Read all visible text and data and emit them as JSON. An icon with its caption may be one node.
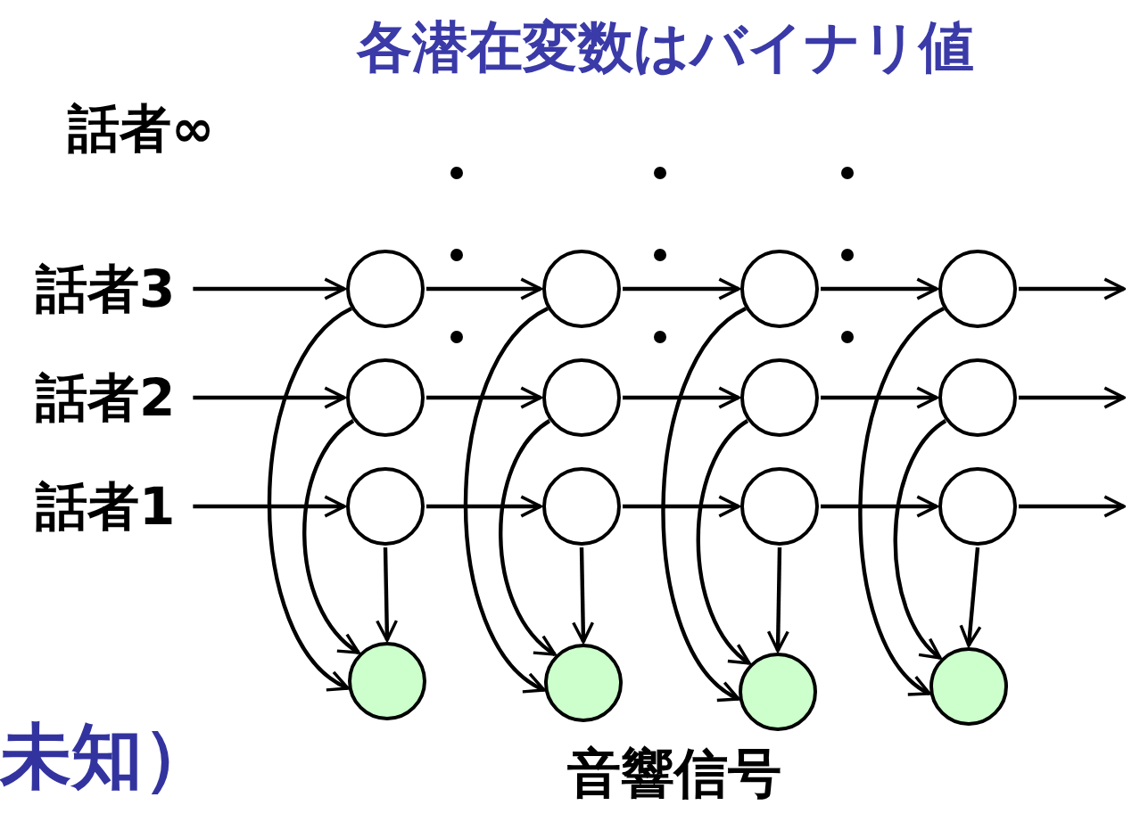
{
  "diagram": {
    "title": "各潜在変数はバイナリ値",
    "nodes": [
      {
        "text": [
          "話者3"
        ]
      },
      {
        "text": [
          "話者2"
        ]
      },
      {
        "text": [
          "話者1"
        ]
      },
      {
        "text": [],
        "shape": "circle"
      },
      {
        "text": [],
        "shape": "circle"
      },
      {
        "text": [],
        "shape": "circle"
      },
      {
        "text": [],
        "shape": "circle"
      },
      {
        "text": [],
        "shape": "circle"
      },
      {
        "text": [],
        "shape": "circle"
      },
      {
        "text": [],
        "shape": "circle"
      },
      {
        "text": [],
        "shape": "circle"
      },
      {
        "text": [],
        "shape": "circle"
      },
      {
        "text": [],
        "shape": "circle"
      },
      {
        "text": [],
        "shape": "circle"
      },
      {
        "text": [],
        "shape": "circle"
      },
      {
        "text": [],
        "shape": "circle"
      },
      {
        "text": [],
        "shape": "circle"
      },
      {
        "text": [],
        "shape": "circle"
      },
      {
        "text": [],
        "shape": "circle"
      }
    ],
    "edges": [
      {
        "from": 0,
        "to": 3,
        "arrow": "to"
      },
      {
        "from": 3,
        "to": 4,
        "arrow": "to"
      },
      {
        "from": 4,
        "to": 5,
        "arrow": "to"
      },
      {
        "from": 5,
        "to": 6,
        "arrow": "to"
      },
      {
        "from": 6,
        "to": null,
        "arrow": "to"
      },
      {
        "from": 1,
        "to": 7,
        "arrow": "to"
      },
      {
        "from": 7,
        "to": 8,
        "arrow": "to"
      },
      {
        "from": 8,
        "to": 9,
        "arrow": "to"
      },
      {
        "from": 9,
        "to": 10,
        "arrow": "to"
      },
      {
        "from": 10,
        "to": null,
        "arrow": "to"
      },
      {
        "from": 2,
        "to": 11,
        "arrow": "to"
      },
      {
        "from": 11,
        "to": 12,
        "arrow": "to"
      },
      {
        "from": 12,
        "to": 13,
        "arrow": "to"
      },
      {
        "from": 13,
        "to": 14,
        "arrow": "to"
      },
      {
        "from": 14,
        "to": null,
        "arrow": "to"
      },
      {
        "from": 11,
        "to": 15,
        "arrow": "to"
      },
      {
        "from": 12,
        "to": 16,
        "arrow": "to"
      },
      {
        "from": 13,
        "to": 17,
        "arrow": "to"
      },
      {
        "from": 14,
        "to": 18,
        "arrow": "to"
      },
      {
        "from": 7,
        "to": 15,
        "arrow": "to"
      },
      {
        "from": 8,
        "to": 16,
        "arrow": "to"
      },
      {
        "from": 9,
        "to": 17,
        "arrow": "to"
      },
      {
        "from": 10,
        "to": 18,
        "arrow": "to"
      },
      {
        "from": 3,
        "to": 15,
        "arrow": "to"
      },
      {
        "from": 4,
        "to": 16,
        "arrow": "to"
      },
      {
        "from": 5,
        "to": 17,
        "arrow": "to"
      },
      {
        "from": 6,
        "to": 18,
        "arrow": "to"
      }
    ],
    "labels": [
      "話者∞",
      "音響信号",
      "未知）"
    ]
  }
}
